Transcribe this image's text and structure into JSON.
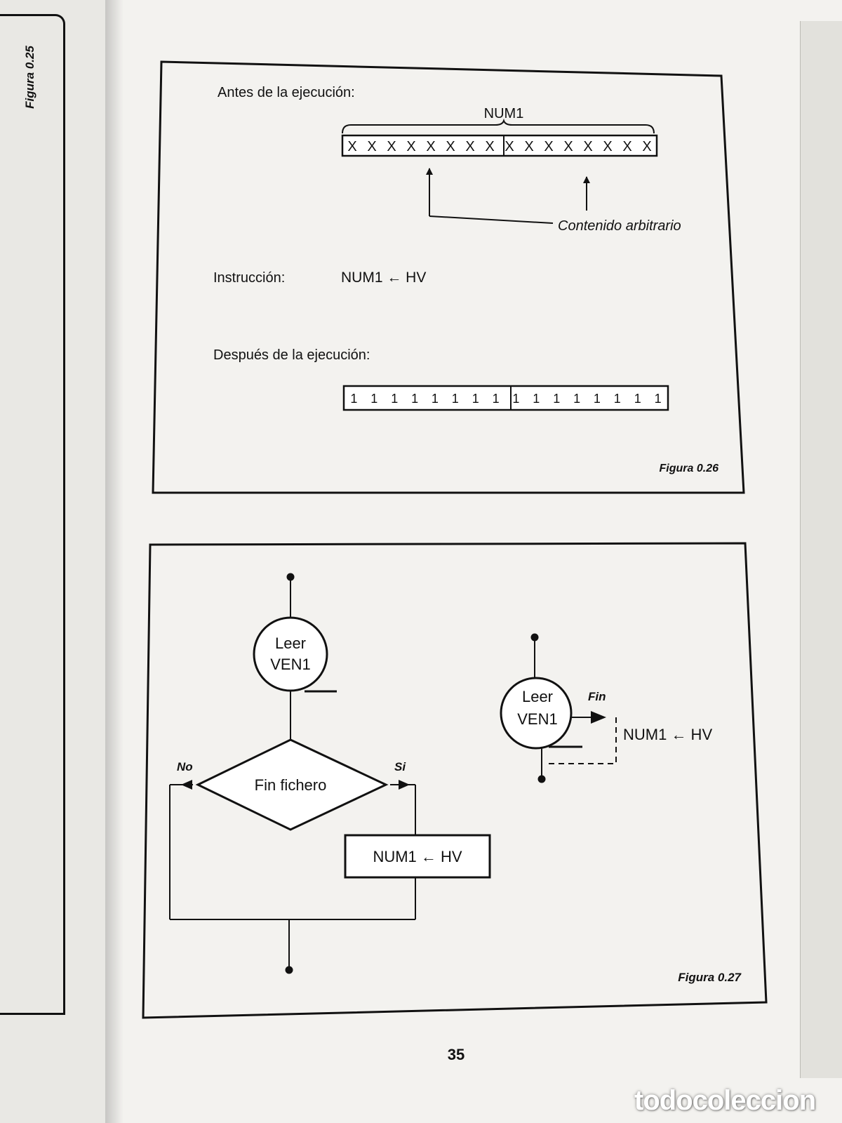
{
  "left_page": {
    "caption": "Figura 0.25"
  },
  "figure_026": {
    "before_label": "Antes de la ejecución:",
    "variable_name": "NUM1",
    "before_cells": [
      "X",
      "X",
      "X",
      "X",
      "X",
      "X",
      "X",
      "X",
      "X",
      "X",
      "X",
      "X",
      "X",
      "X",
      "X",
      "X"
    ],
    "arbitrary_label": "Contenido arbitrario",
    "instruction_label": "Instrucción:",
    "instruction": "NUM1 ← HV",
    "after_label": "Después de la ejecución:",
    "after_cells": [
      "1",
      "1",
      "1",
      "1",
      "1",
      "1",
      "1",
      "1",
      "1",
      "1",
      "1",
      "1",
      "1",
      "1",
      "1",
      "1"
    ],
    "caption": "Figura 0.26"
  },
  "figure_027": {
    "read_op": [
      "Leer",
      "VEN1"
    ],
    "decision": "Fin fichero",
    "no_label": "No",
    "yes_label": "Si",
    "assign_box": "NUM1 ← HV",
    "read_op_right": [
      "Leer",
      "VEN1"
    ],
    "end_label": "Fin",
    "right_assign": "NUM1 ← HV",
    "caption": "Figura 0.27"
  },
  "page_number": "35",
  "watermark": "todocoleccion"
}
